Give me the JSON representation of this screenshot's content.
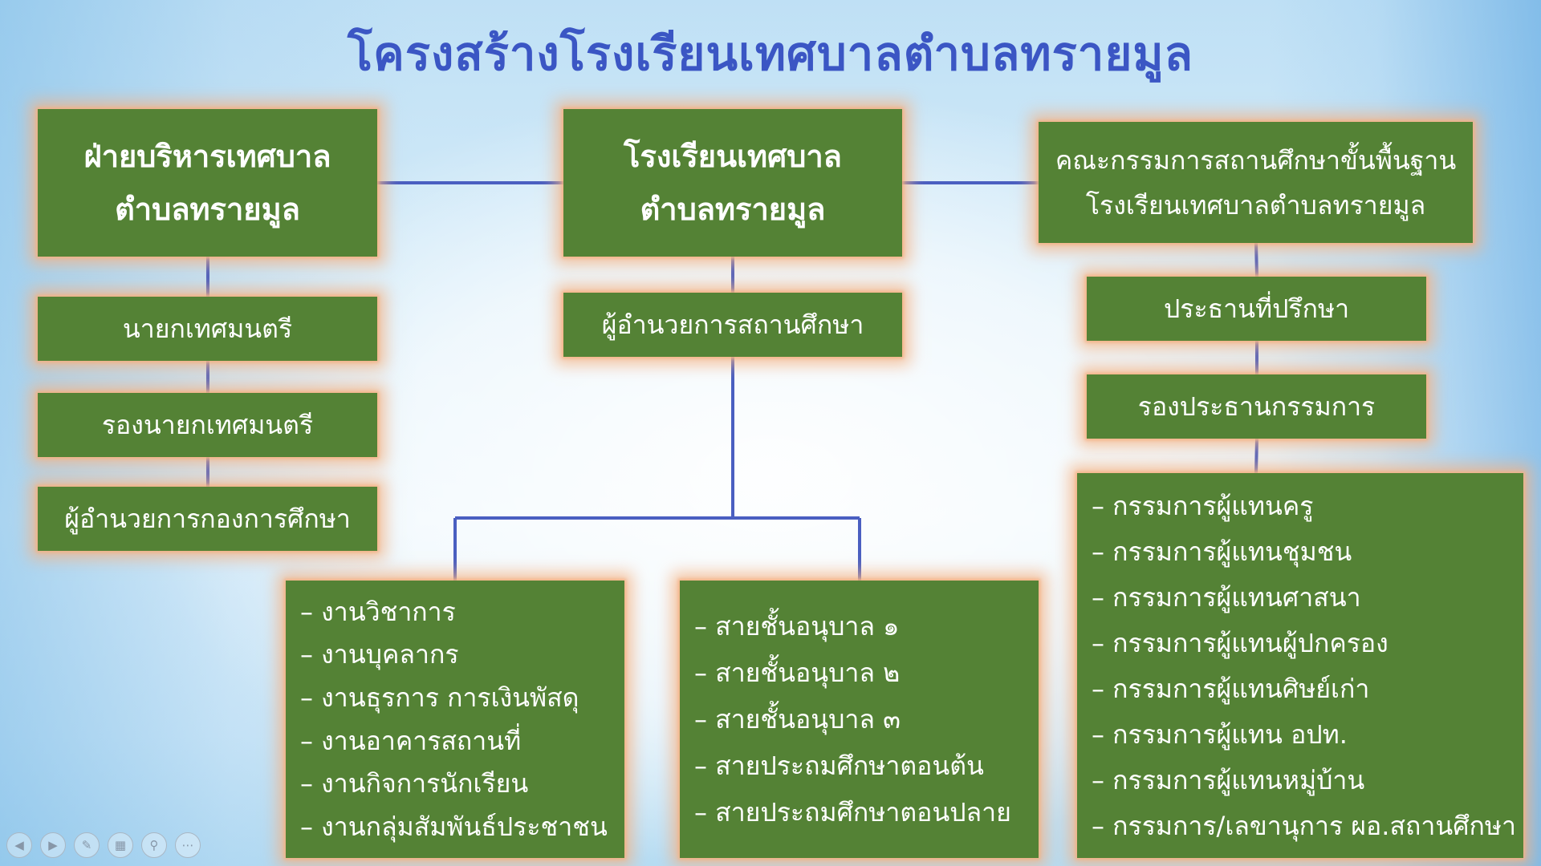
{
  "title": "โครงสร้างโรงเรียนเทศบาลตำบลทรายมูล",
  "left_column": {
    "head": {
      "line1": "ฝ่ายบริหารเทศบาล",
      "line2": "ตำบลทรายมูล"
    },
    "items": [
      "นายกเทศมนตรี",
      "รองนายกเทศมนตรี",
      "ผู้อำนวยการกองการศึกษา"
    ]
  },
  "center_column": {
    "head": {
      "line1": "โรงเรียนเทศบาล",
      "line2": "ตำบลทรายมูล"
    },
    "director": "ผู้อำนวยการสถานศึกษา",
    "work_list": [
      "– งานวิชาการ",
      "– งานบุคลากร",
      "– งานธุรการ การเงินพัสดุ",
      "– งานอาคารสถานที่",
      "– งานกิจการนักเรียน",
      "– งานกลุ่มสัมพันธ์ประชาชน"
    ],
    "level_list": [
      "– สายชั้นอนุบาล ๑",
      "– สายชั้นอนุบาล ๒",
      "– สายชั้นอนุบาล ๓",
      "– สายประถมศึกษาตอนต้น",
      "– สายประถมศึกษาตอนปลาย"
    ]
  },
  "right_column": {
    "head": {
      "line1": "คณะกรรมการสถานศึกษาขั้นพื้นฐาน",
      "line2": "โรงเรียนเทศบาลตำบลทรายมูล"
    },
    "chair": "ประธานที่ปรึกษา",
    "vice_chair": "รองประธานกรรมการ",
    "members": [
      "– กรรมการผู้แทนครู",
      "– กรรมการผู้แทนชุมชน",
      "– กรรมการผู้แทนศาสนา",
      "– กรรมการผู้แทนผู้ปกครอง",
      "– กรรมการผู้แทนศิษย์เก่า",
      "– กรรมการผู้แทน อปท.",
      "– กรรมการผู้แทนหมู่บ้าน",
      "– กรรมการ/เลขานุการ ผอ.สถานศึกษา"
    ]
  },
  "colors": {
    "box_fill": "#548235",
    "box_glow": "#f4b183",
    "connector": "#4a5fc1",
    "title": "#3b56c4"
  },
  "nav_icons": [
    "prev-icon",
    "next-icon",
    "pen-icon",
    "slides-icon",
    "zoom-icon",
    "more-icon"
  ]
}
